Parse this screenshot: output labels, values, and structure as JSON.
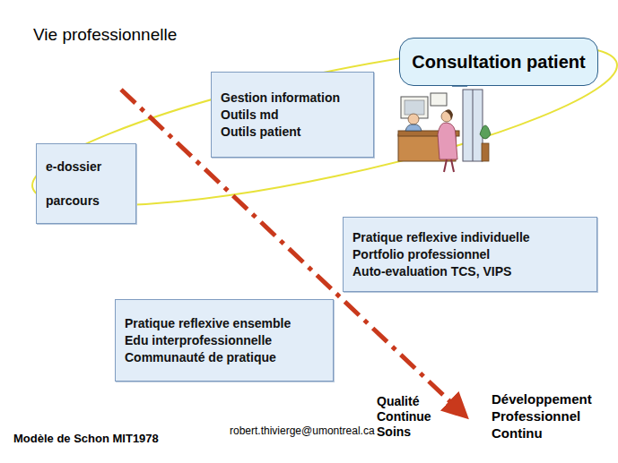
{
  "diagram": {
    "title": "Vie professionnelle",
    "nodes": [
      {
        "text": [
          "e-dossier",
          "parcours"
        ]
      },
      {
        "text": [
          "Gestion information",
          "Outils md",
          "Outils patient"
        ]
      },
      {
        "text": [
          "Consultation patient"
        ]
      },
      {
        "text": [
          "Pratique reflexive individuelle",
          "Portfolio professionnel",
          "Auto-evaluation TCS, VIPS"
        ]
      },
      {
        "text": [
          "Pratique reflexive ensemble",
          "Edu interprofessionnelle",
          "Communauté de pratique"
        ]
      }
    ],
    "labels": [
      "Qualité Continue Soins",
      "Développement Professionnel Continu",
      "Modèle de Schon MIT1978",
      "robert.thivierge@umontreal.ca"
    ]
  }
}
